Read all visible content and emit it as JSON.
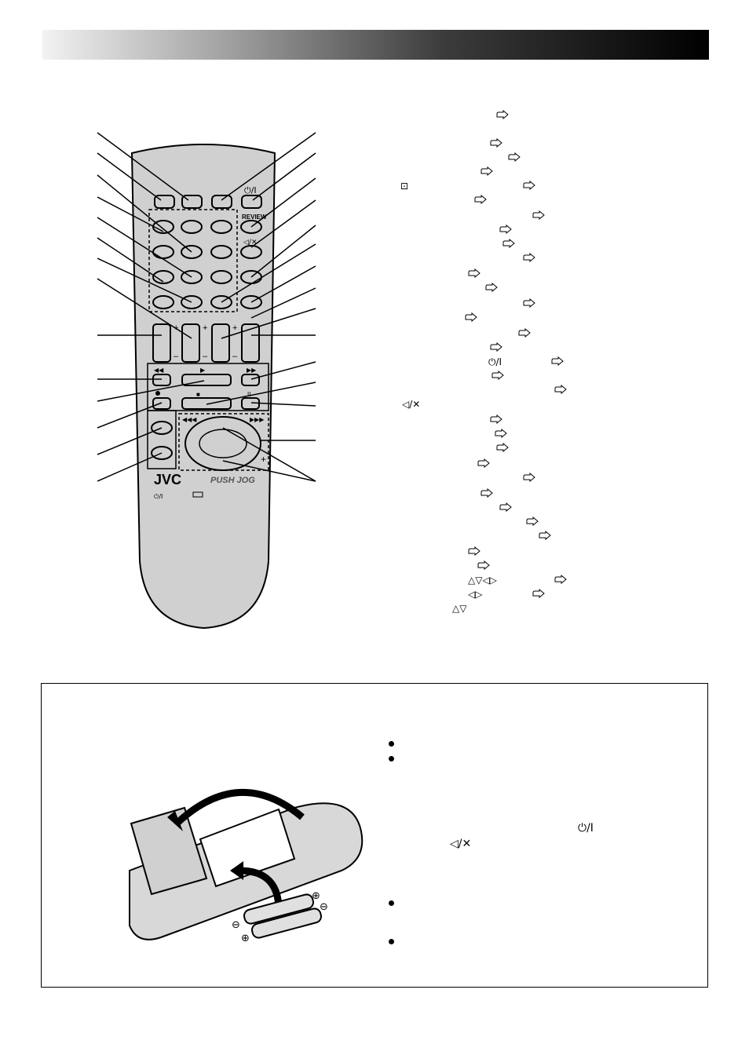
{
  "remote": {
    "brand_logo": "JVC",
    "push_jog_label": "PUSH JOG",
    "key_symbols": {
      "power": "⏻/I",
      "review": "REVIEW",
      "mute": "◁/✕",
      "play": "▶",
      "stop": "■",
      "pause": "II",
      "rewind": "◀◀",
      "fast_forward": "▶▶",
      "skip_back": "◀◀◀",
      "skip_forward": "▶▶▶",
      "plus": "+",
      "minus": "–"
    }
  },
  "reference_list": {
    "symbols": {
      "input_icon": "⊡",
      "power": "⏻/I",
      "mute": "◁/✕",
      "up_down_left_right": "△▽◁▷",
      "left_right": "◁▷",
      "up_down": "△▽"
    }
  },
  "battery_section": {
    "symbols": {
      "plus": "⊕",
      "minus": "⊖",
      "power": "⏻/I",
      "mute": "◁/✕"
    }
  },
  "colors": {
    "remote_body": "#d0d0d0",
    "remote_outline": "#000000",
    "header_dark": "#000000",
    "header_light": "#f2f2f2"
  }
}
